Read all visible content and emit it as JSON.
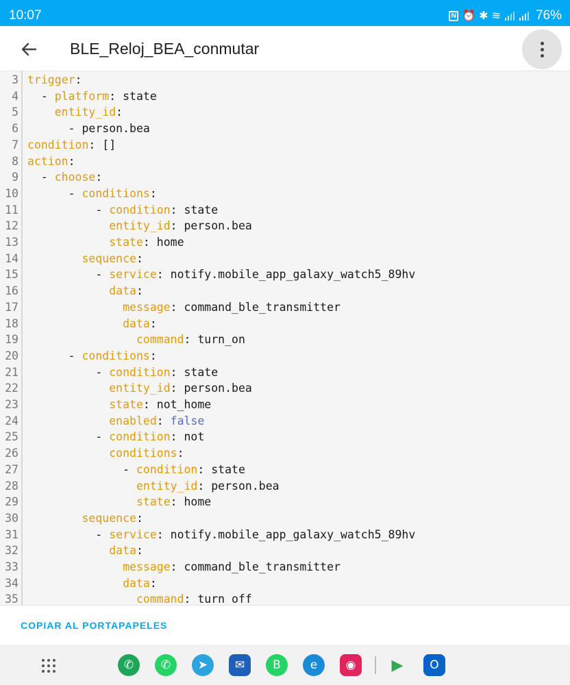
{
  "status_bar": {
    "time": "10:07",
    "battery": "76%",
    "icons": [
      "nfc-icon",
      "alarm-icon",
      "bluetooth-icon",
      "wifi-icon",
      "signal-icon",
      "signal-icon-2",
      "battery-icon"
    ]
  },
  "app_bar": {
    "title": "BLE_Reloj_BEA_conmutar",
    "back_icon": "arrow-left-icon",
    "menu_icon": "more-vert-icon"
  },
  "editor": {
    "lines": [
      {
        "n": "3",
        "indent": "",
        "key": "trigger",
        "sep": ":",
        "val": "",
        "dash": false
      },
      {
        "n": "4",
        "indent": "  ",
        "key": "platform",
        "sep": ": ",
        "val": "state",
        "dash": true
      },
      {
        "n": "5",
        "indent": "    ",
        "key": "entity_id",
        "sep": ":",
        "val": "",
        "dash": false
      },
      {
        "n": "6",
        "indent": "      ",
        "key": "",
        "sep": "",
        "val": "person.bea",
        "dash": true
      },
      {
        "n": "7",
        "indent": "",
        "key": "condition",
        "sep": ": ",
        "val": "[]",
        "dash": false
      },
      {
        "n": "8",
        "indent": "",
        "key": "action",
        "sep": ":",
        "val": "",
        "dash": false
      },
      {
        "n": "9",
        "indent": "  ",
        "key": "choose",
        "sep": ":",
        "val": "",
        "dash": true
      },
      {
        "n": "10",
        "indent": "      ",
        "key": "conditions",
        "sep": ":",
        "val": "",
        "dash": true
      },
      {
        "n": "11",
        "indent": "          ",
        "key": "condition",
        "sep": ": ",
        "val": "state",
        "dash": true
      },
      {
        "n": "12",
        "indent": "            ",
        "key": "entity_id",
        "sep": ": ",
        "val": "person.bea",
        "dash": false
      },
      {
        "n": "13",
        "indent": "            ",
        "key": "state",
        "sep": ": ",
        "val": "home",
        "dash": false
      },
      {
        "n": "14",
        "indent": "        ",
        "key": "sequence",
        "sep": ":",
        "val": "",
        "dash": false
      },
      {
        "n": "15",
        "indent": "          ",
        "key": "service",
        "sep": ": ",
        "val": "notify.mobile_app_galaxy_watch5_89hv",
        "dash": true
      },
      {
        "n": "16",
        "indent": "            ",
        "key": "data",
        "sep": ":",
        "val": "",
        "dash": false
      },
      {
        "n": "17",
        "indent": "              ",
        "key": "message",
        "sep": ": ",
        "val": "command_ble_transmitter",
        "dash": false
      },
      {
        "n": "18",
        "indent": "              ",
        "key": "data",
        "sep": ":",
        "val": "",
        "dash": false
      },
      {
        "n": "19",
        "indent": "                ",
        "key": "command",
        "sep": ": ",
        "val": "turn_on",
        "dash": false
      },
      {
        "n": "20",
        "indent": "      ",
        "key": "conditions",
        "sep": ":",
        "val": "",
        "dash": true
      },
      {
        "n": "21",
        "indent": "          ",
        "key": "condition",
        "sep": ": ",
        "val": "state",
        "dash": true
      },
      {
        "n": "22",
        "indent": "            ",
        "key": "entity_id",
        "sep": ": ",
        "val": "person.bea",
        "dash": false
      },
      {
        "n": "23",
        "indent": "            ",
        "key": "state",
        "sep": ": ",
        "val": "not_home",
        "dash": false
      },
      {
        "n": "24",
        "indent": "            ",
        "key": "enabled",
        "sep": ": ",
        "val": "false",
        "dash": false,
        "bool": true
      },
      {
        "n": "25",
        "indent": "          ",
        "key": "condition",
        "sep": ": ",
        "val": "not",
        "dash": true
      },
      {
        "n": "26",
        "indent": "            ",
        "key": "conditions",
        "sep": ":",
        "val": "",
        "dash": false
      },
      {
        "n": "27",
        "indent": "              ",
        "key": "condition",
        "sep": ": ",
        "val": "state",
        "dash": true
      },
      {
        "n": "28",
        "indent": "                ",
        "key": "entity_id",
        "sep": ": ",
        "val": "person.bea",
        "dash": false
      },
      {
        "n": "29",
        "indent": "                ",
        "key": "state",
        "sep": ": ",
        "val": "home",
        "dash": false
      },
      {
        "n": "30",
        "indent": "        ",
        "key": "sequence",
        "sep": ":",
        "val": "",
        "dash": false
      },
      {
        "n": "31",
        "indent": "          ",
        "key": "service",
        "sep": ": ",
        "val": "notify.mobile_app_galaxy_watch5_89hv",
        "dash": true
      },
      {
        "n": "32",
        "indent": "            ",
        "key": "data",
        "sep": ":",
        "val": "",
        "dash": false
      },
      {
        "n": "33",
        "indent": "              ",
        "key": "message",
        "sep": ": ",
        "val": "command_ble_transmitter",
        "dash": false
      },
      {
        "n": "34",
        "indent": "              ",
        "key": "data",
        "sep": ":",
        "val": "",
        "dash": false
      },
      {
        "n": "35",
        "indent": "                ",
        "key": "command",
        "sep": ": ",
        "val": "turn_off",
        "dash": false
      }
    ]
  },
  "actions": {
    "copy_label": "COPIAR AL PORTAPAPELES"
  },
  "dock": {
    "apps": [
      {
        "name": "phone-icon",
        "color": "#1fa55a"
      },
      {
        "name": "whatsapp-icon",
        "color": "#25d366"
      },
      {
        "name": "telegram-icon",
        "color": "#2aa3df"
      },
      {
        "name": "mail-icon",
        "color": "#1f5fb8"
      },
      {
        "name": "whatsapp-business-icon",
        "color": "#25d366"
      },
      {
        "name": "edge-icon",
        "color": "#1a8bd6"
      },
      {
        "name": "camera-icon",
        "color": "#e0245e"
      },
      {
        "name": "play-store-icon",
        "color": "#34a853"
      },
      {
        "name": "outlook-icon",
        "color": "#0a64c8"
      }
    ]
  },
  "colors": {
    "accent": "#03a9f4",
    "yaml_key": "#e09a0a",
    "yaml_bool": "#5c6bc0"
  }
}
